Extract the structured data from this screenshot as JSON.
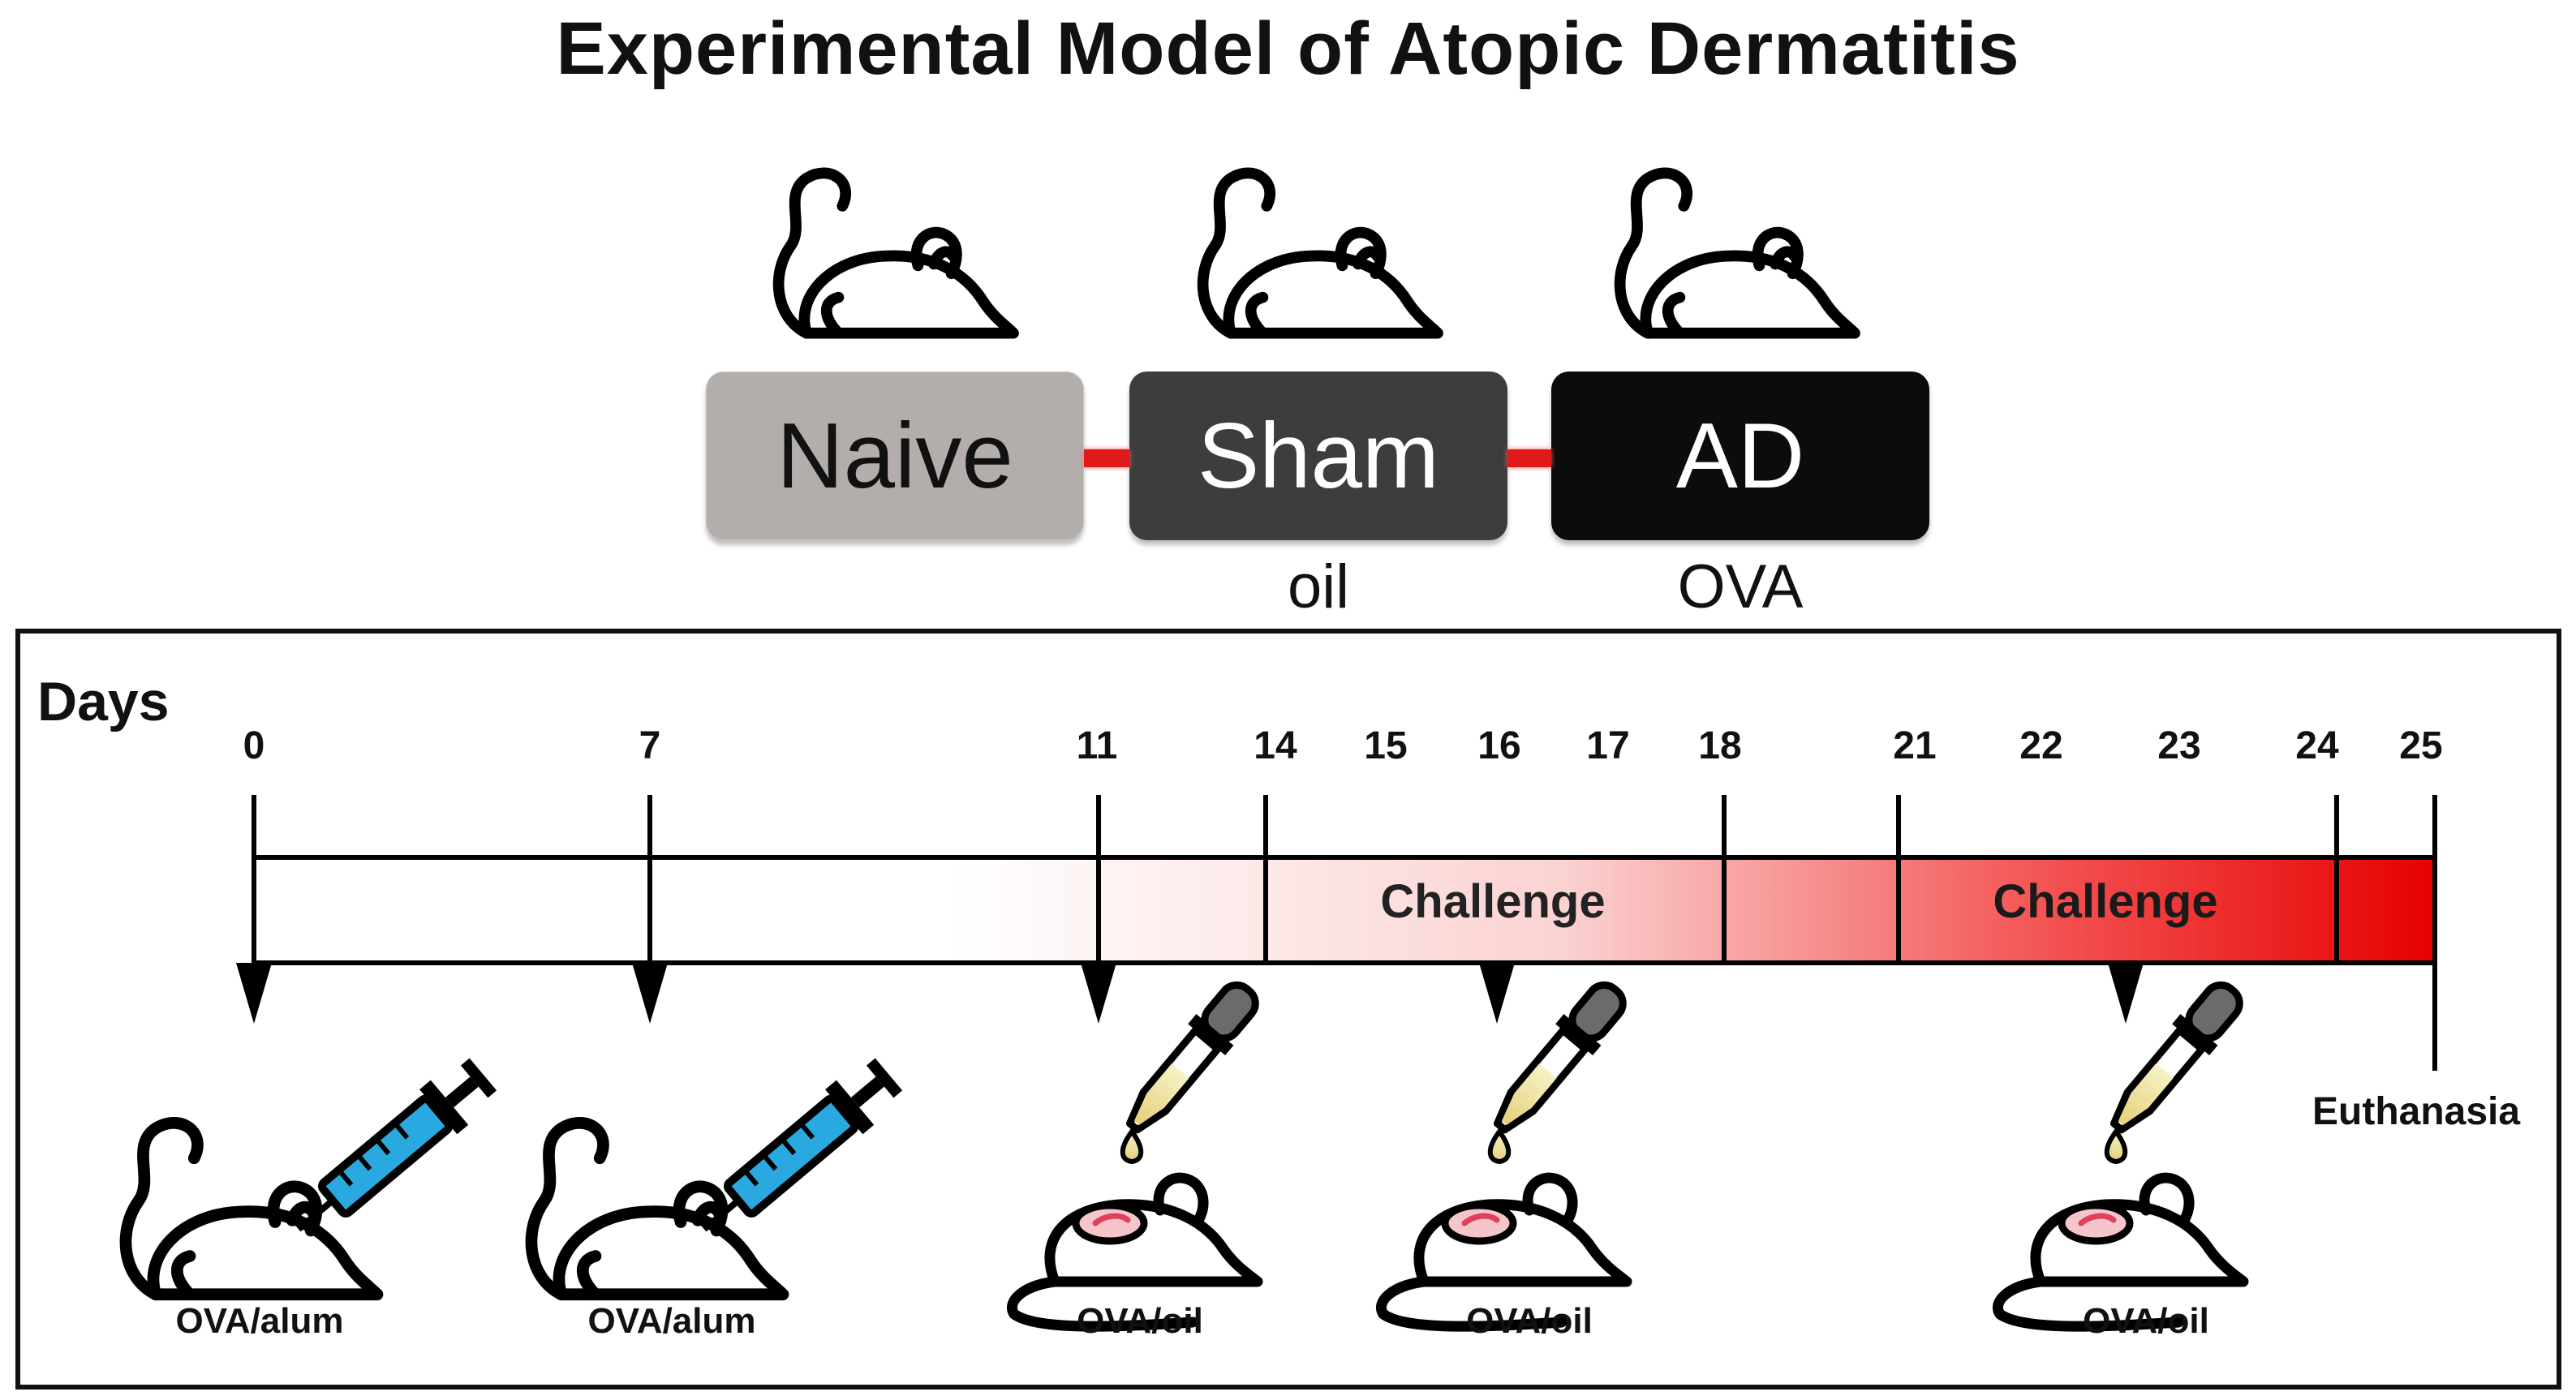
{
  "title": "Experimental Model of Atopic Dermatitis",
  "groups": [
    {
      "name": "Naive",
      "sub": ""
    },
    {
      "name": "Sham",
      "sub": "oil"
    },
    {
      "name": "AD",
      "sub": "OVA"
    }
  ],
  "timeline": {
    "heading": "Days",
    "days": [
      "0",
      "7",
      "11",
      "14",
      "15",
      "16",
      "17",
      "18",
      "21",
      "22",
      "23",
      "24",
      "25"
    ],
    "challenge_label": "Challenge",
    "end_label": "Euthanasia",
    "treatments": [
      "OVA/alum",
      "OVA/alum",
      "OVA/oil",
      "OVA/oil",
      "OVA/oil"
    ]
  },
  "colors": {
    "naive": "#b3aeab",
    "sham": "#3d3d3d",
    "ad": "#0c0c0c",
    "connector": "#e01a1a",
    "bar_end": "#e60000",
    "syringe": "#29a9e0",
    "dropper_liquid": "#efe6a6"
  },
  "icons": [
    "mouse-icon",
    "syringe-icon",
    "dropper-icon",
    "mouse-treated-icon"
  ]
}
